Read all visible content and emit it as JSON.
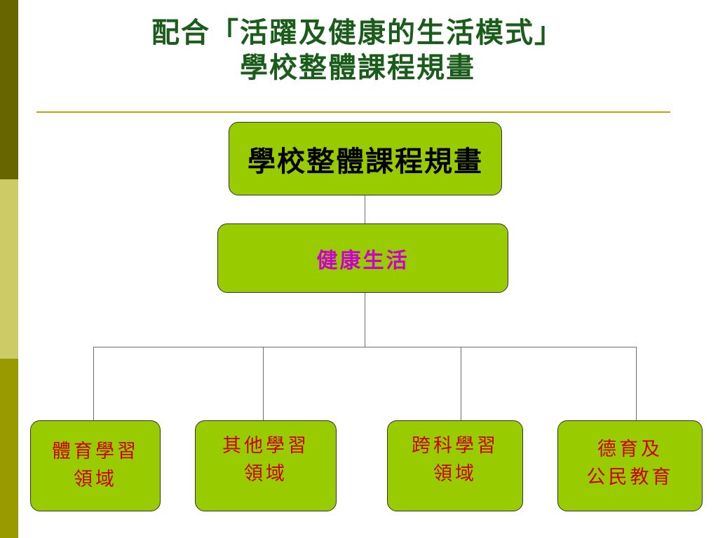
{
  "slide": {
    "title": "配合「活躍及健康的生活模式」\n學校整體課程規畫",
    "sidebar_colors": [
      "#666600",
      "#cccc66",
      "#999900"
    ]
  },
  "diagram": {
    "root": {
      "label": "學校整體課程規畫",
      "fill": "#99cc00",
      "text_color": "#000000"
    },
    "middle": {
      "label": "健康生活",
      "fill": "#99cc00",
      "text_color": "#cc00cc"
    },
    "leaves": [
      {
        "label": "體育學習\n領域",
        "text_color": "#cc0000"
      },
      {
        "label": "其他學習\n領域",
        "text_color": "#cc0000"
      },
      {
        "label": "跨科學習\n領域",
        "text_color": "#cc0000"
      },
      {
        "label": "德育及\n公民教育",
        "text_color": "#cc0000"
      }
    ],
    "edges": [
      {
        "from": "root",
        "to": "middle"
      },
      {
        "from": "middle",
        "to": "leaves.0"
      },
      {
        "from": "middle",
        "to": "leaves.1"
      },
      {
        "from": "middle",
        "to": "leaves.2"
      },
      {
        "from": "middle",
        "to": "leaves.3"
      }
    ]
  }
}
